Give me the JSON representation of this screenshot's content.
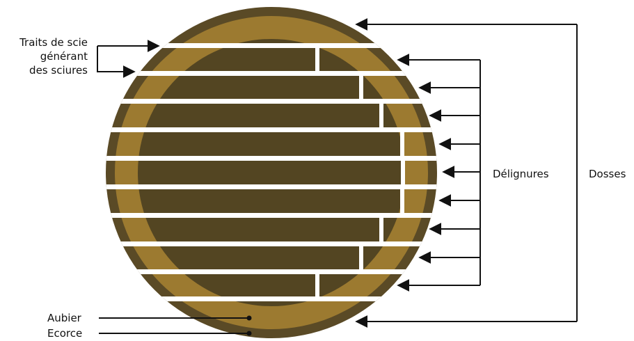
{
  "labels": {
    "saw_cuts": [
      "Traits de scie",
      "générant",
      "des sciures"
    ],
    "delignures": "Délignures",
    "dosses": "Dosses",
    "aubier": "Aubier",
    "ecorce": "Ecorce"
  },
  "colors": {
    "bark": "#5A4A26",
    "sapwood": "#9C7A30",
    "heartwood": "#534522",
    "saw_kerf": "#ffffff",
    "line": "#111111"
  }
}
